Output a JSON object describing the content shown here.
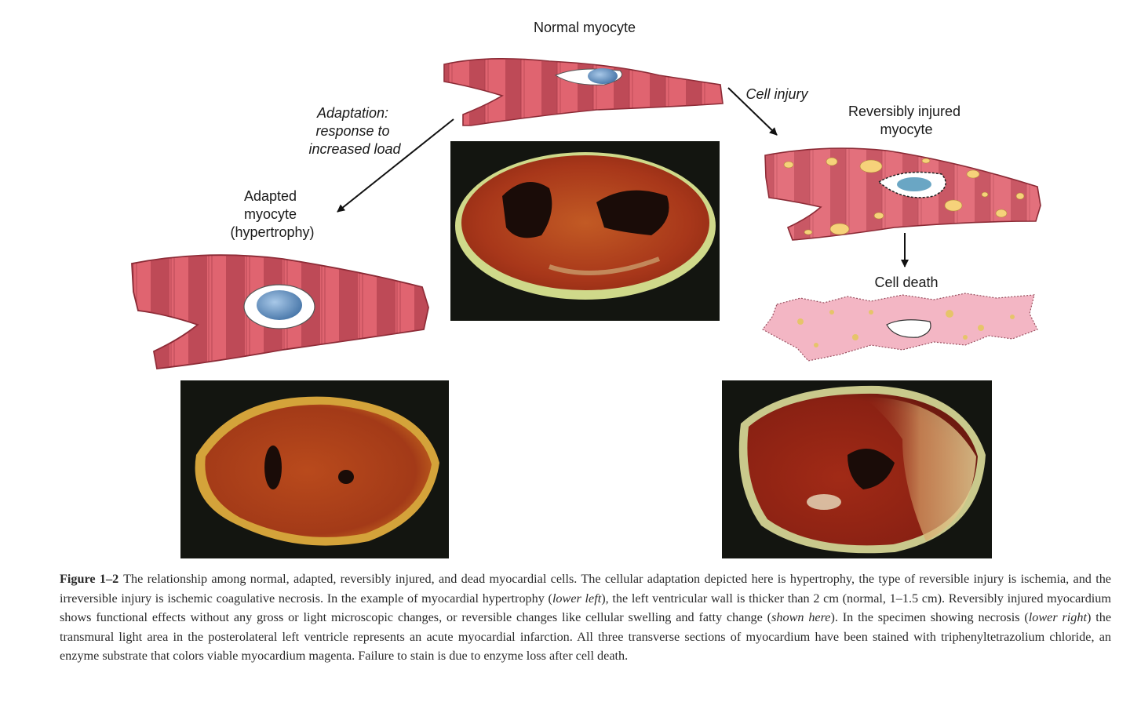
{
  "labels": {
    "normal": "Normal myocyte",
    "cell_injury": "Cell injury",
    "adaptation": [
      "Adaptation:",
      "response to",
      "increased load"
    ],
    "adapted": [
      "Adapted",
      "myocyte",
      "(hypertrophy)"
    ],
    "reversible": [
      "Reversibly injured",
      "myocyte"
    ],
    "cell_death": "Cell death"
  },
  "caption": {
    "figure_label": "Figure 1–2",
    "t1": "The relationship among normal, adapted, reversibly injured, and dead myocardial cells. The cellular adaptation depicted here is hypertrophy, the type of reversible injury is ischemia, and the irreversible injury is ischemic coagulative necrosis. In the example of myocardial hypertrophy (",
    "i1": "lower left",
    "t2": "), the left ventricular wall is thicker than 2 cm (normal, 1–1.5 cm). Reversibly injured myocardium shows functional effects without any gross or light microscopic changes, or reversible changes like cellular swelling and fatty change (",
    "i2": "shown here",
    "t3": "). In the specimen showing necrosis (",
    "i3": "lower right",
    "t4": ") the transmural light area in the posterolateral left ventricle represents an acute myocardial infarction. All three transverse sections of myocardium have been stained with triphenyltetrazolium chloride, an enzyme substrate that colors viable myocardium magenta. Failure to stain is due to enzyme loss after cell death."
  },
  "colors": {
    "cell": "#e06470",
    "cell_edge": "#8a2a35",
    "band": "#a33442",
    "nucleus": "#5a8ec0",
    "fat": "#f6d27a",
    "dead_cell": "#f3b6c4",
    "specimen_bg": "#131510",
    "tissue": "#b8431a"
  }
}
